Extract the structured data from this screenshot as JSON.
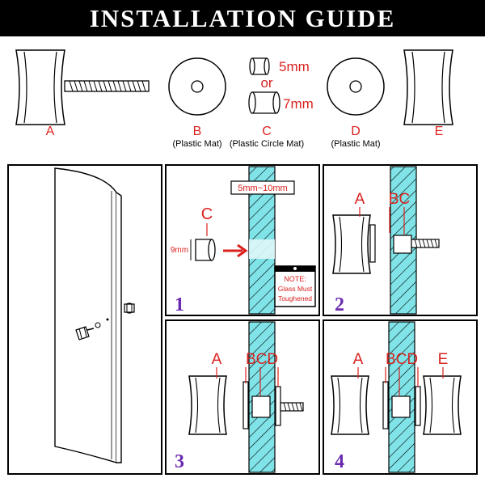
{
  "title": "INSTALLATION GUIDE",
  "parts": {
    "a": {
      "letter": "A"
    },
    "b": {
      "letter": "B",
      "desc": "(Plastic Mat)"
    },
    "c": {
      "letter": "C",
      "desc": "(Plastic Circle Mat)",
      "size1": "5mm",
      "or": "or",
      "size2": "7mm"
    },
    "d": {
      "letter": "D",
      "desc": "(Plastic Mat)"
    },
    "e": {
      "letter": "E"
    }
  },
  "panel1": {
    "step": "1",
    "range": "5mm~10mm",
    "c": "C",
    "dim": "9mm",
    "note_title": "NOTE:",
    "note_line1": "Glass Must",
    "note_line2": "Toughened"
  },
  "panel2": {
    "step": "2",
    "a": "A",
    "bc": "BC"
  },
  "panel3": {
    "step": "3",
    "a": "A",
    "bcd": "BCD"
  },
  "panel4": {
    "step": "4",
    "a": "A",
    "bcd": "BCD",
    "e": "E"
  },
  "colors": {
    "glass": "#7fe3e8",
    "label": "#d9221f",
    "step": "#6b2bb0",
    "banner": "#000000"
  }
}
